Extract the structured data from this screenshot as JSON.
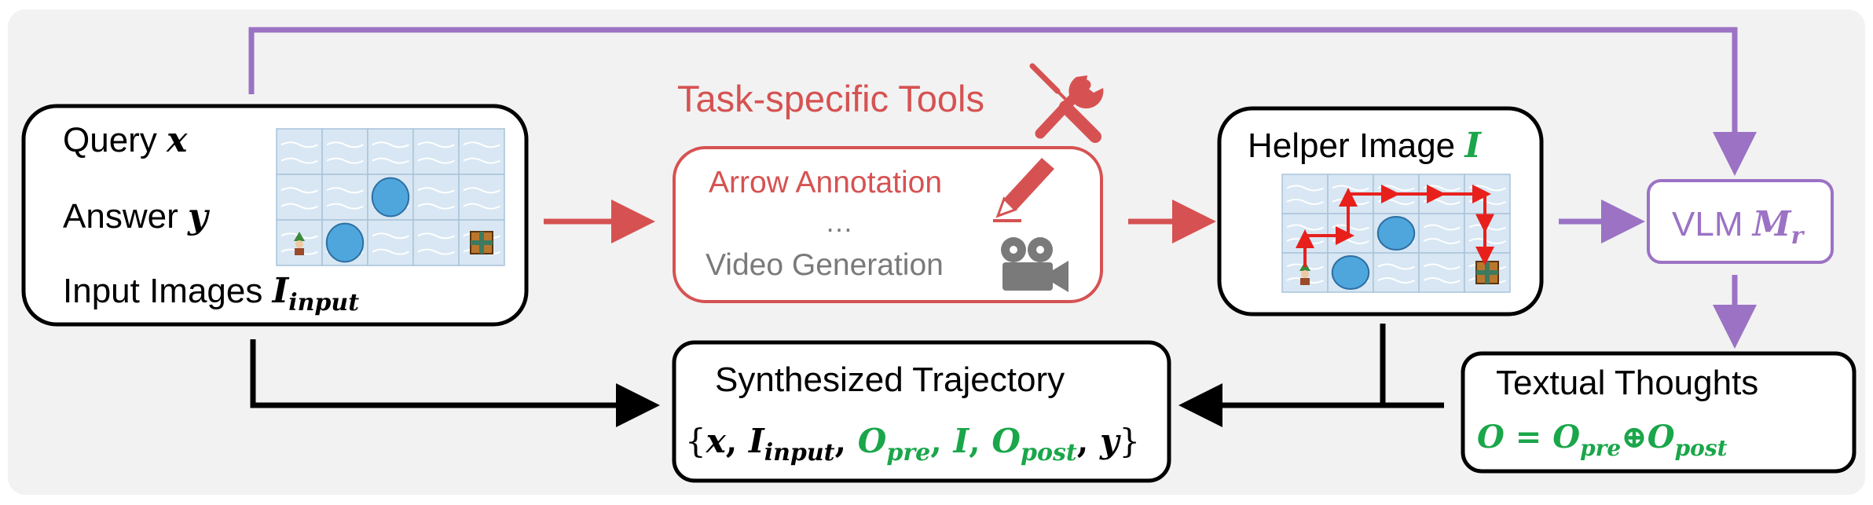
{
  "colors": {
    "panel_bg": "#f2f2f2",
    "black": "#000000",
    "red": "#d65252",
    "purple": "#9b72c4",
    "green": "#1aa64a",
    "gray_text": "#7a7a7a",
    "ice": "#d8e7f3",
    "hole": "#4fa6dc"
  },
  "input_box": {
    "query_label": "Query",
    "query_var": "x",
    "answer_label": "Answer",
    "answer_var": "y",
    "images_label": "Input Images",
    "images_var": "I",
    "images_sub": "input"
  },
  "tools": {
    "title": "Task-specific Tools",
    "arrow_annotation": "Arrow Annotation",
    "ellipsis": "…",
    "video_generation": "Video Generation",
    "tools_icon": "wrench-screwdriver-icon",
    "pencil_icon": "pencil-icon",
    "camera_icon": "video-camera-icon"
  },
  "helper": {
    "title": "Helper Image",
    "var": "I"
  },
  "vlm": {
    "label": "VLM",
    "var": "M",
    "sub": "r"
  },
  "thoughts": {
    "title": "Textual Thoughts",
    "o": "O",
    "eq": " = ",
    "o_pre": "O",
    "pre_sub": "pre",
    "oplus": "⊕",
    "o_post": "O",
    "post_sub": "post"
  },
  "trajectory": {
    "title": "Synthesized Trajectory",
    "open_brace": "{",
    "x": "x",
    "comma": ", ",
    "I_input": "I",
    "input_sub": "input",
    "O_pre": "O",
    "pre_sub": "pre",
    "I": "I",
    "O_post": "O",
    "post_sub": "post",
    "y": "y",
    "close_brace": "}"
  }
}
